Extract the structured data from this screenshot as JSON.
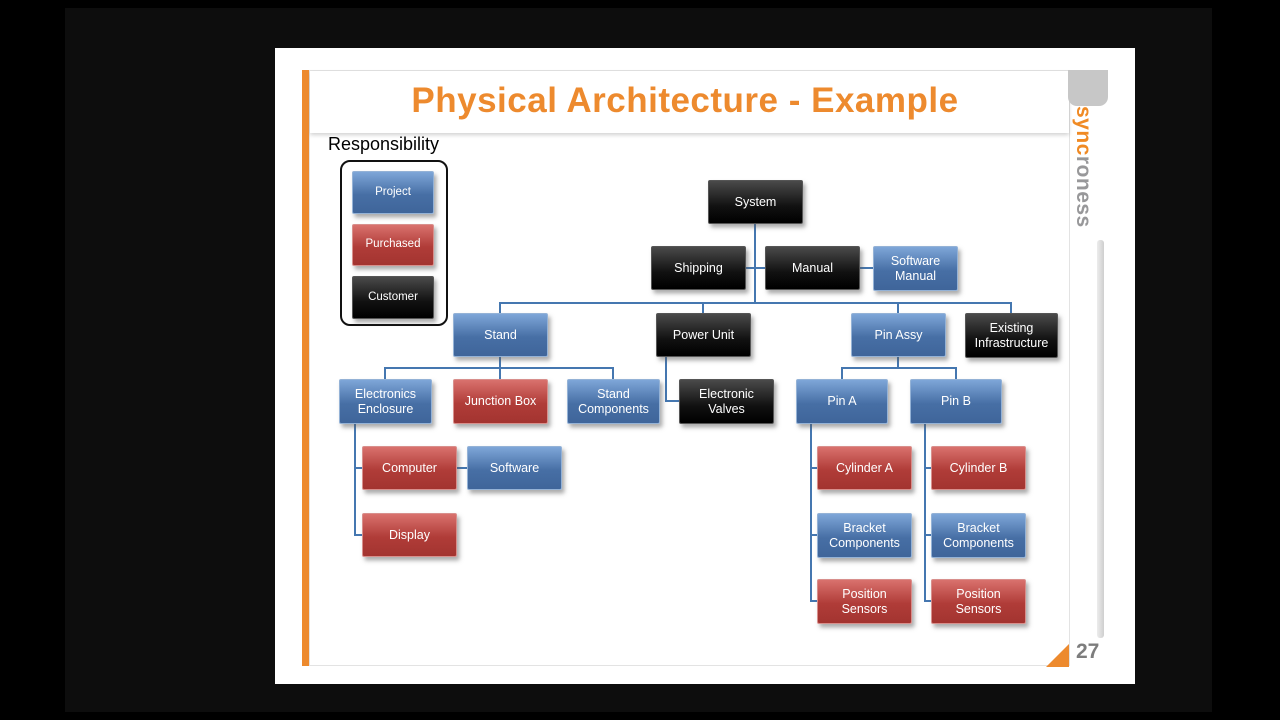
{
  "slide": {
    "title": "Physical Architecture - Example",
    "page_number": "27",
    "brand": {
      "sync": "sync",
      "roness": "roness"
    }
  },
  "legend": {
    "title": "Responsibility",
    "items": [
      {
        "label": "Project",
        "color": "blue",
        "color_hex": "#4F81BD"
      },
      {
        "label": "Purchased",
        "color": "red",
        "color_hex": "#C0504D"
      },
      {
        "label": "Customer",
        "color": "black",
        "color_hex": "#0A0A0A"
      }
    ]
  },
  "diagram": {
    "nodes": {
      "system": {
        "label": "System",
        "type": "black"
      },
      "shipping": {
        "label": "Shipping",
        "type": "black"
      },
      "manual": {
        "label": "Manual",
        "type": "black"
      },
      "software_manual": {
        "label": "Software Manual",
        "type": "blue"
      },
      "stand": {
        "label": "Stand",
        "type": "blue"
      },
      "power_unit": {
        "label": "Power Unit",
        "type": "black"
      },
      "pin_assy": {
        "label": "Pin Assy",
        "type": "blue"
      },
      "existing_infrastructure": {
        "label": "Existing Infrastructure",
        "type": "black"
      },
      "electronics_enclosure": {
        "label": "Electronics Enclosure",
        "type": "blue"
      },
      "junction_box": {
        "label": "Junction Box",
        "type": "red"
      },
      "stand_components": {
        "label": "Stand Components",
        "type": "blue"
      },
      "electronic_valves": {
        "label": "Electronic Valves",
        "type": "black"
      },
      "pin_a": {
        "label": "Pin A",
        "type": "blue"
      },
      "pin_b": {
        "label": "Pin B",
        "type": "blue"
      },
      "computer": {
        "label": "Computer",
        "type": "red"
      },
      "software": {
        "label": "Software",
        "type": "blue"
      },
      "display": {
        "label": "Display",
        "type": "red"
      },
      "cylinder_a": {
        "label": "Cylinder A",
        "type": "red"
      },
      "cylinder_b": {
        "label": "Cylinder B",
        "type": "red"
      },
      "bracket_components_a": {
        "label": "Bracket Components",
        "type": "blue"
      },
      "bracket_components_b": {
        "label": "Bracket Components",
        "type": "blue"
      },
      "position_sensors_a": {
        "label": "Position Sensors",
        "type": "red"
      },
      "position_sensors_b": {
        "label": "Position Sensors",
        "type": "red"
      }
    },
    "edges": [
      [
        "system",
        "shipping"
      ],
      [
        "system",
        "manual"
      ],
      [
        "system",
        "software_manual"
      ],
      [
        "system",
        "stand"
      ],
      [
        "system",
        "power_unit"
      ],
      [
        "system",
        "pin_assy"
      ],
      [
        "system",
        "existing_infrastructure"
      ],
      [
        "stand",
        "electronics_enclosure"
      ],
      [
        "stand",
        "junction_box"
      ],
      [
        "stand",
        "stand_components"
      ],
      [
        "power_unit",
        "electronic_valves"
      ],
      [
        "pin_assy",
        "pin_a"
      ],
      [
        "pin_assy",
        "pin_b"
      ],
      [
        "electronics_enclosure",
        "computer"
      ],
      [
        "electronics_enclosure",
        "display"
      ],
      [
        "computer",
        "software"
      ],
      [
        "pin_a",
        "cylinder_a"
      ],
      [
        "pin_a",
        "bracket_components_a"
      ],
      [
        "pin_a",
        "position_sensors_a"
      ],
      [
        "pin_b",
        "cylinder_b"
      ],
      [
        "pin_b",
        "bracket_components_b"
      ],
      [
        "pin_b",
        "position_sensors_b"
      ]
    ]
  },
  "colors": {
    "accent_orange": "#ED8A2E",
    "node_blue": "#4F81BD",
    "node_red": "#C0504D",
    "node_black": "#0A0A0A",
    "connector_blue": "#4577B0",
    "page_number_gray": "#7d7d7d"
  }
}
